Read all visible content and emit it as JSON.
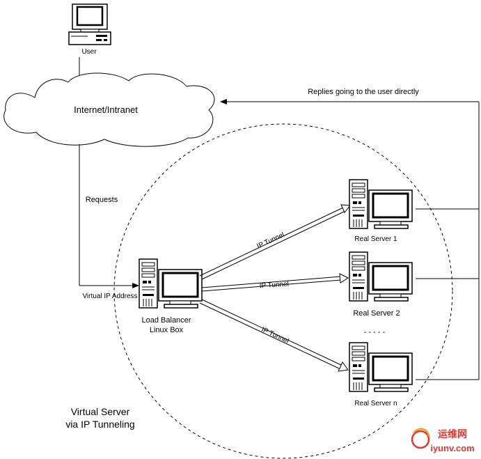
{
  "labels": {
    "user": "User",
    "internet": "Internet/Intranet",
    "replies": "Replies going to the user directly",
    "requests": "Requests",
    "virtual_ip": "Virtual IP Address",
    "load_balancer_line1": "Load Balancer",
    "load_balancer_line2": "Linux Box",
    "real_server_1": "Real Server 1",
    "real_server_2": "Real Server 2",
    "real_server_n": "Real Server n",
    "ellipsis": "- - - - -",
    "tunnel_1": "IP Tunnel",
    "tunnel_2": "IP Tunnel",
    "tunnel_3": "IP Tunnel",
    "title_line1": "Virtual Server",
    "title_line2": "via IP Tunneling"
  },
  "watermark": {
    "text_cn": "运维网",
    "text_url": "iyunv.com",
    "color": "#e8342a"
  },
  "colors": {
    "line": "#000000",
    "cloud_fill": "#ffffff",
    "accent": "#e8342a"
  }
}
